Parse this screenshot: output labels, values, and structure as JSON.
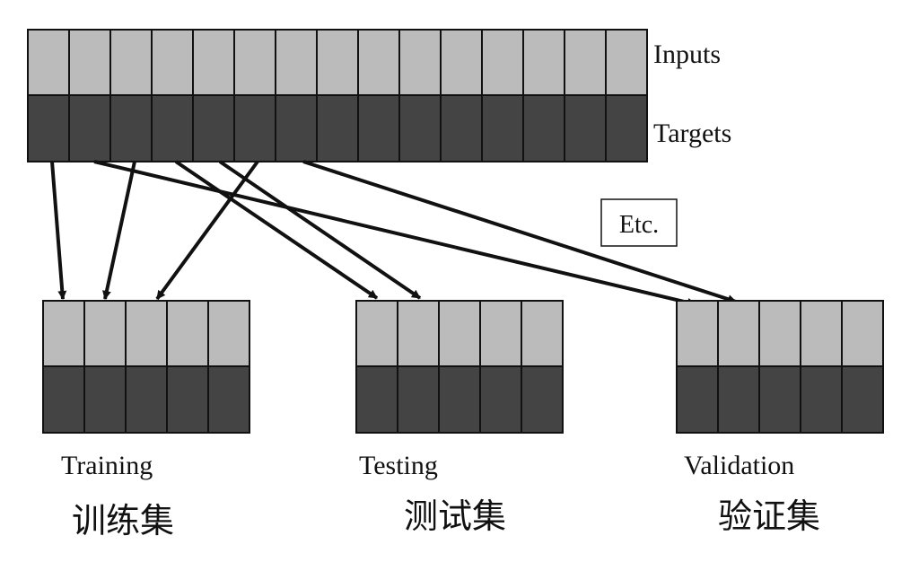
{
  "source": {
    "cells": 15,
    "inputs_label": "Inputs",
    "targets_label": "Targets"
  },
  "subsets": [
    {
      "id": "training",
      "label": "Training",
      "label_zh": "训练集",
      "cells": 5
    },
    {
      "id": "testing",
      "label": "Testing",
      "label_zh": "测试集",
      "cells": 5
    },
    {
      "id": "validation",
      "label": "Validation",
      "label_zh": "验证集",
      "cells": 5
    }
  ],
  "etc_label": "Etc.",
  "colors": {
    "input_cell": "#bbbbbb",
    "target_cell": "#444444",
    "cell_border": "#111111",
    "arrow": "#111111"
  }
}
